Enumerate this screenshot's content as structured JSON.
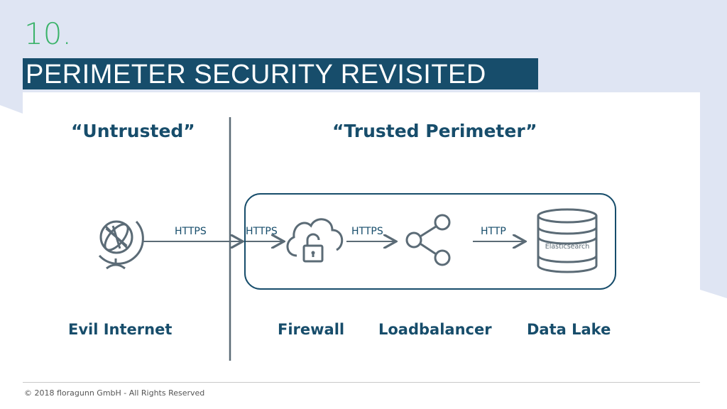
{
  "slide": {
    "number": "10.",
    "title": "PERIMETER SECURITY REVISITED",
    "footer": "© 2018 floragunn GmbH - All Rights Reserved"
  },
  "zones": {
    "untrusted": "“Untrusted”",
    "trusted": "“Trusted Perimeter”"
  },
  "nodes": {
    "internet": "Evil Internet",
    "firewall": "Firewall",
    "loadbalancer": "Loadbalancer",
    "datalake": "Data Lake",
    "datalake_inner": "Elasticsearch"
  },
  "connections": {
    "internet_to_perimeter": "HTTPS",
    "into_firewall": "HTTPS",
    "firewall_to_lb": "HTTPS",
    "lb_to_datalake": "HTTP"
  },
  "colors": {
    "accent": "#174d6b",
    "number": "#3bb36a",
    "icon": "#5b6b76",
    "background_shape": "#dfe5f3"
  }
}
